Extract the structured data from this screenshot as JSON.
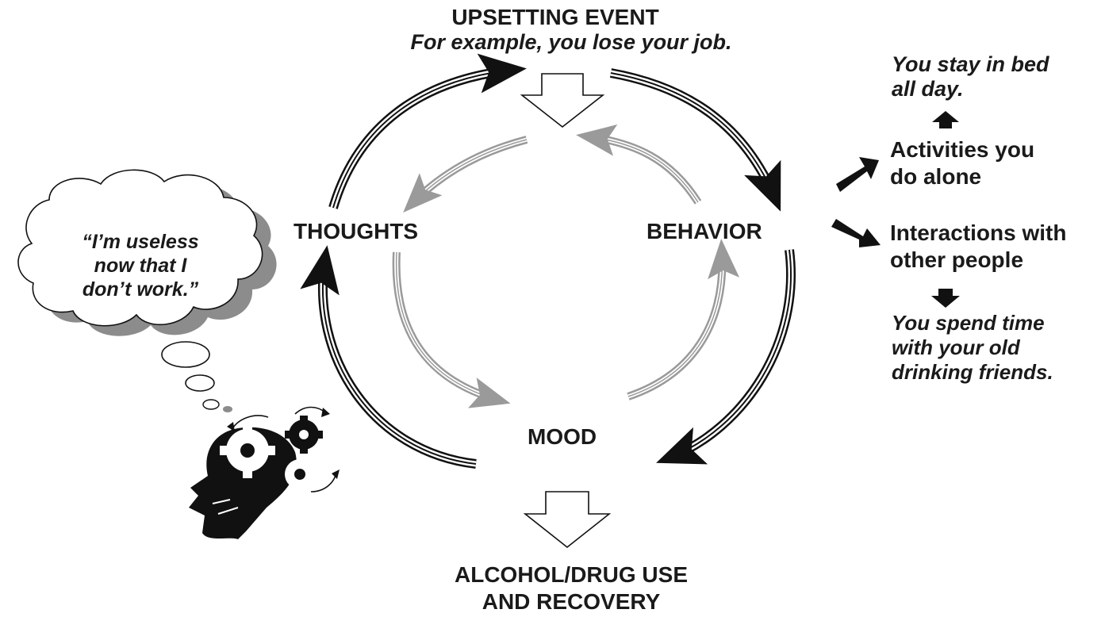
{
  "event": {
    "title": "UPSETTING EVENT",
    "example": "For example, you lose your job."
  },
  "nodes": {
    "thoughts": "THOUGHTS",
    "behavior": "BEHAVIOR",
    "mood": "MOOD"
  },
  "outcome": {
    "line1": "ALCOHOL/DRUG USE",
    "line2": "AND RECOVERY"
  },
  "thought_bubble": {
    "line1": "“I’m useless",
    "line2": "now that I",
    "line3": "don’t work.”"
  },
  "behavior_branches": {
    "alone_example_line1": "You stay in bed",
    "alone_example_line2": "all day.",
    "alone_label_line1": "Activities you",
    "alone_label_line2": "do alone",
    "social_label_line1": "Interactions with",
    "social_label_line2": "other people",
    "social_example_line1": "You spend time",
    "social_example_line2": "with your old",
    "social_example_line3": "drinking friends."
  },
  "colors": {
    "outer_arrows": "#111111",
    "inner_arrows": "#9a9a9a",
    "cloud_shadow": "#8c8c8c"
  },
  "icons": [
    "head-with-gears-icon",
    "thought-cloud",
    "hollow-down-arrow"
  ]
}
